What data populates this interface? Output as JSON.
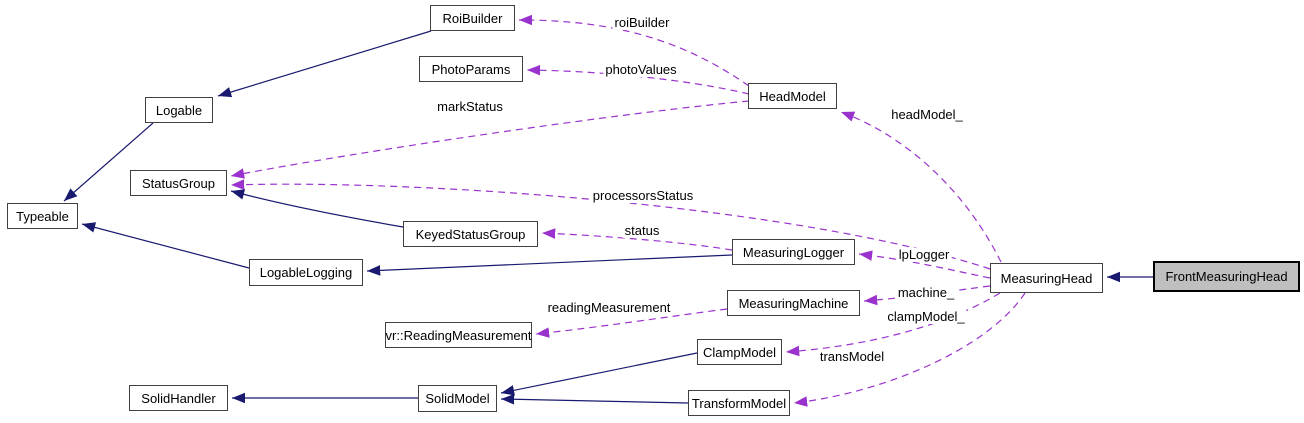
{
  "diagram": {
    "type": "collaboration-graph",
    "nodes": [
      {
        "id": "RoiBuilder",
        "label": "RoiBuilder",
        "highlighted": false
      },
      {
        "id": "PhotoParams",
        "label": "PhotoParams",
        "highlighted": false
      },
      {
        "id": "HeadModel",
        "label": "HeadModel",
        "highlighted": false
      },
      {
        "id": "Logable",
        "label": "Logable",
        "highlighted": false
      },
      {
        "id": "StatusGroup",
        "label": "StatusGroup",
        "highlighted": false
      },
      {
        "id": "Typeable",
        "label": "Typeable",
        "highlighted": false
      },
      {
        "id": "KeyedStatusGroup",
        "label": "KeyedStatusGroup",
        "highlighted": false
      },
      {
        "id": "LogableLogging",
        "label": "LogableLogging",
        "highlighted": false
      },
      {
        "id": "MeasuringLogger",
        "label": "MeasuringLogger",
        "highlighted": false
      },
      {
        "id": "MeasuringMachine",
        "label": "MeasuringMachine",
        "highlighted": false
      },
      {
        "id": "vr::ReadingMeasurement",
        "label": "vr::ReadingMeasurement",
        "highlighted": false
      },
      {
        "id": "ClampModel",
        "label": "ClampModel",
        "highlighted": false
      },
      {
        "id": "SolidModel",
        "label": "SolidModel",
        "highlighted": false
      },
      {
        "id": "TransformModel",
        "label": "TransformModel",
        "highlighted": false
      },
      {
        "id": "SolidHandler",
        "label": "SolidHandler",
        "highlighted": false
      },
      {
        "id": "MeasuringHead",
        "label": "MeasuringHead",
        "highlighted": false
      },
      {
        "id": "FrontMeasuringHead",
        "label": "FrontMeasuringHead",
        "highlighted": true
      }
    ],
    "usage_edges": [
      {
        "from": "HeadModel",
        "to": "RoiBuilder",
        "label": "roiBuilder"
      },
      {
        "from": "HeadModel",
        "to": "PhotoParams",
        "label": "photoValues"
      },
      {
        "from": "HeadModel",
        "to": "StatusGroup",
        "label": "markStatus"
      },
      {
        "from": "MeasuringHead",
        "to": "HeadModel",
        "label": "headModel_"
      },
      {
        "from": "MeasuringHead",
        "to": "StatusGroup",
        "label": "processorsStatus"
      },
      {
        "from": "MeasuringLogger",
        "to": "KeyedStatusGroup",
        "label": "status"
      },
      {
        "from": "MeasuringHead",
        "to": "MeasuringLogger",
        "label": "lpLogger"
      },
      {
        "from": "MeasuringHead",
        "to": "MeasuringMachine",
        "label": "machine_"
      },
      {
        "from": "MeasuringHead",
        "to": "ClampModel",
        "label": "clampModel_"
      },
      {
        "from": "MeasuringHead",
        "to": "TransformModel",
        "label": "transModel"
      },
      {
        "from": "MeasuringMachine",
        "to": "vr::ReadingMeasurement",
        "label": "readingMeasurement"
      }
    ],
    "inheritance_edges": [
      {
        "from": "RoiBuilder",
        "to": "Logable"
      },
      {
        "from": "Logable",
        "to": "Typeable"
      },
      {
        "from": "KeyedStatusGroup",
        "to": "StatusGroup"
      },
      {
        "from": "LogableLogging",
        "to": "Typeable"
      },
      {
        "from": "MeasuringLogger",
        "to": "LogableLogging"
      },
      {
        "from": "ClampModel",
        "to": "SolidModel"
      },
      {
        "from": "TransformModel",
        "to": "SolidModel"
      },
      {
        "from": "SolidModel",
        "to": "SolidHandler"
      },
      {
        "from": "FrontMeasuringHead",
        "to": "MeasuringHead"
      }
    ],
    "colors": {
      "inheritance_edge": "#191970",
      "usage_edge": "#9a32cd",
      "node_border": "#404040",
      "node_fill": "#ffffff",
      "highlight_fill": "#bfbfbf",
      "highlight_border": "#000000",
      "text": "#000000",
      "bg": "#ffffff"
    }
  }
}
